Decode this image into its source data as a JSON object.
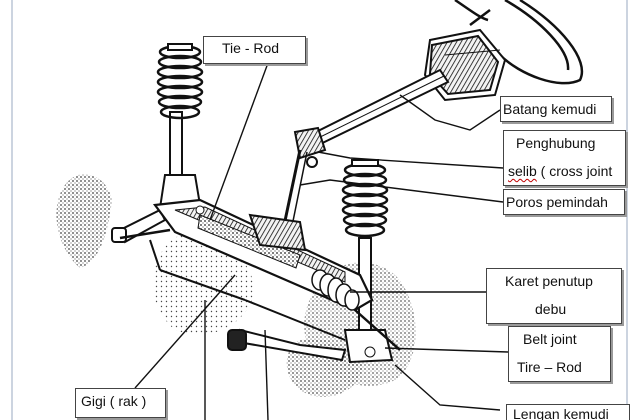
{
  "labels": {
    "tie_rod": "Tie - Rod",
    "batang_kemudi": "Batang kemudi",
    "penghubung_line1": "Penghubung",
    "penghubung_line2_word": "selib",
    "penghubung_line2_rest": " ( cross joint",
    "poros_pemindah": "Poros pemindah",
    "karet_line1": "Karet penutup",
    "karet_line2": "debu",
    "belt_line1": "Belt joint",
    "belt_line2": "Tire – Rod",
    "gigi_rak": "Gigi ( rak )",
    "lengan_kemudi": "Lengan kemudi"
  },
  "colors": {
    "ink": "#111111",
    "label_border": "#444444",
    "label_shadow": "#9a9a9a",
    "spell_underline": "#c00000"
  }
}
